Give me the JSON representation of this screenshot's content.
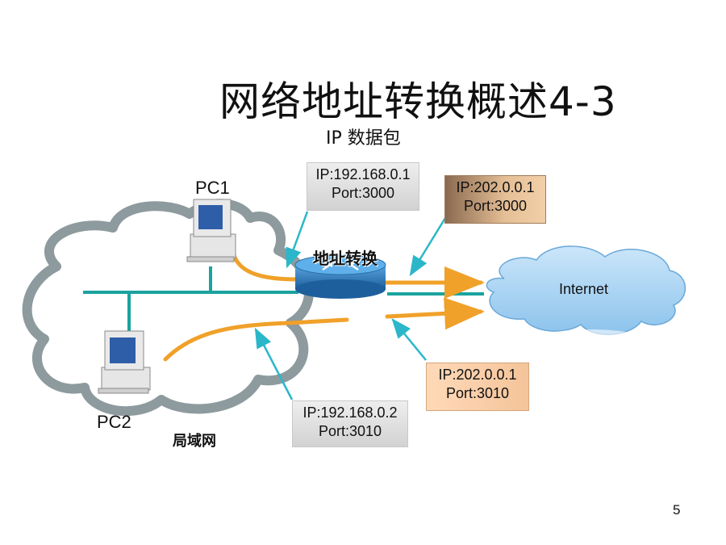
{
  "title": "网络地址转换概述4-3",
  "subtitle": "IP 数据包",
  "page_number": "5",
  "nodes": {
    "pc1": "PC1",
    "pc2": "PC2",
    "router": "地址转换",
    "internet": "Internet",
    "lan": "局域网"
  },
  "packets": {
    "pc1_private": {
      "line1": "IP:192.168.0.1",
      "line2": "Port:3000"
    },
    "pc1_public": {
      "line1": "IP:202.0.0.1",
      "line2": "Port:3000"
    },
    "pc2_private": {
      "line1": "IP:192.168.0.2",
      "line2": "Port:3010"
    },
    "pc2_public": {
      "line1": "IP:202.0.0.1",
      "line2": "Port:3010"
    }
  },
  "colors": {
    "cloud_lan_stroke": "#8d9a9e",
    "cloud_internet_fill": "#a9d4f2",
    "network_line": "#1aa3a0",
    "flow_arrow": "#f0a12a",
    "pointer_arrow": "#2bb7c9",
    "router_top": "#2f7fc0"
  }
}
